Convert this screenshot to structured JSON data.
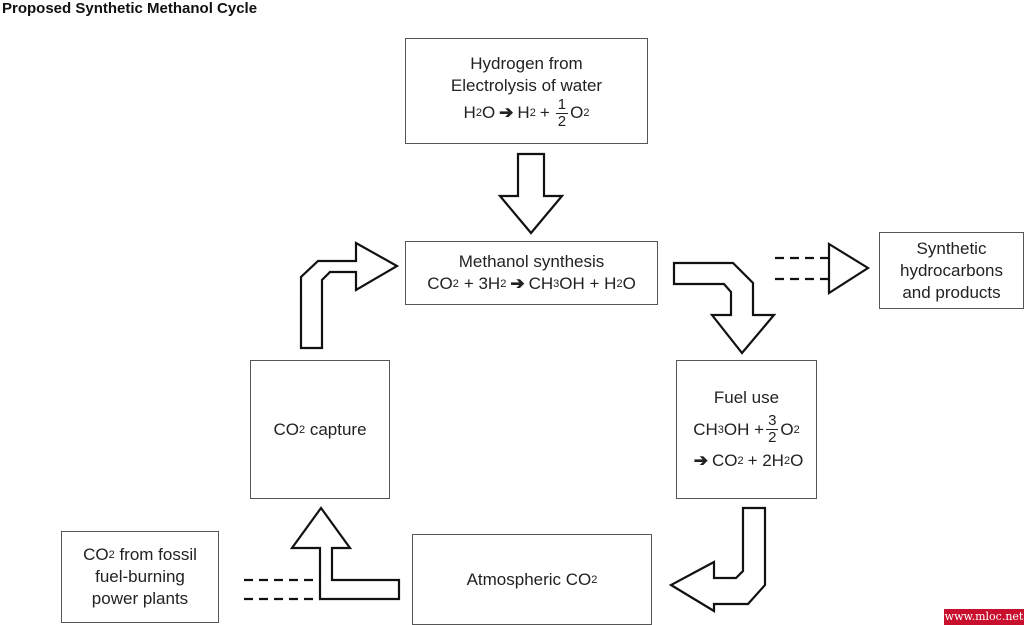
{
  "title": "Proposed Synthetic Methanol Cycle",
  "hydrogen": {
    "line1": "Hydrogen from",
    "line2": "Electrolysis of water",
    "eq": {
      "h2o": "H",
      "h2o_sub": "2",
      "h2o_tail": "O",
      "arrow": "➔",
      "h2": "H",
      "h2_sub": "2",
      "plus": "+",
      "num": "1",
      "den": "2",
      "o2": "O",
      "o2_sub": "2"
    }
  },
  "methanol": {
    "line1": "Methanol synthesis",
    "eq": {
      "co2": "CO",
      "co2_sub": "2",
      "plus1": "+ 3H",
      "h2_sub": "2",
      "arrow": "➔",
      "ch3": "CH",
      "ch3_sub": "3",
      "oh": "OH + H",
      "h2o_sub": "2",
      "o": "O"
    }
  },
  "synthetic": {
    "line1": "Synthetic",
    "line2": "hydrocarbons",
    "line3": "and products"
  },
  "fuel": {
    "line1": "Fuel use",
    "eq1": {
      "ch3": "CH",
      "ch3_sub": "3",
      "oh": "OH +",
      "num": "3",
      "den": "2",
      "o2": "O",
      "o2_sub": "2"
    },
    "eq2": {
      "arrow": "➔",
      "co2": "CO",
      "co2_sub": "2",
      "plus": "+ 2H",
      "h2_sub": "2",
      "o": "O"
    }
  },
  "capture": {
    "co": "CO",
    "co_sub": "2",
    "tail": " capture"
  },
  "atmospheric": {
    "text": "Atmospheric CO",
    "sub": "2"
  },
  "fossil": {
    "co": "CO",
    "co_sub": "2",
    "tail": " from fossil",
    "line2": "fuel-burning",
    "line3": "power plants"
  },
  "watermark": "www.mloc.net",
  "colors": {
    "stroke": "#111111",
    "box_border": "#555555",
    "watermark_bg": "#c8102e"
  }
}
